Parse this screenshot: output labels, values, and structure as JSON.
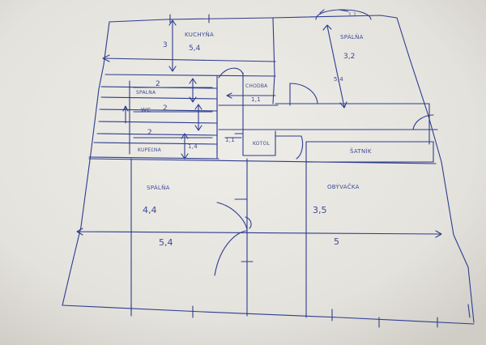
{
  "sketch": {
    "paper_color": "#e9e7e1",
    "ink_color": "#2c3d8f",
    "rooms": {
      "kuchyna": "KUCHYŇA",
      "spalna_top": "SPÁLŇA",
      "spalna_small": "SPÁLŇA",
      "wc": "WC",
      "kupelna": "KÚPEĽŇA",
      "chodba": "CHODBA",
      "kotol": "KOTOL",
      "satnik": "ŠATNÍK",
      "spalna_big": "SPÁLŇA",
      "obyvacka": "OBÝVAČKA"
    },
    "dimensions": {
      "kuchyna_height": "3",
      "kuchyna_width": "5,4",
      "spalna_top_width": "3,2",
      "spalna_top_height": "5,4",
      "spalna_small_width": "2",
      "wc_width": "2",
      "kupelna_width": "2",
      "kupelna_height": "1,4",
      "chodba_width": "1,1",
      "kotol_width": "1,1",
      "top_arc_value": "1,1",
      "spalna_big_height": "4,4",
      "spalna_big_width": "5,4",
      "obyvacka_height": "3,5",
      "obyvacka_width": "5"
    }
  }
}
